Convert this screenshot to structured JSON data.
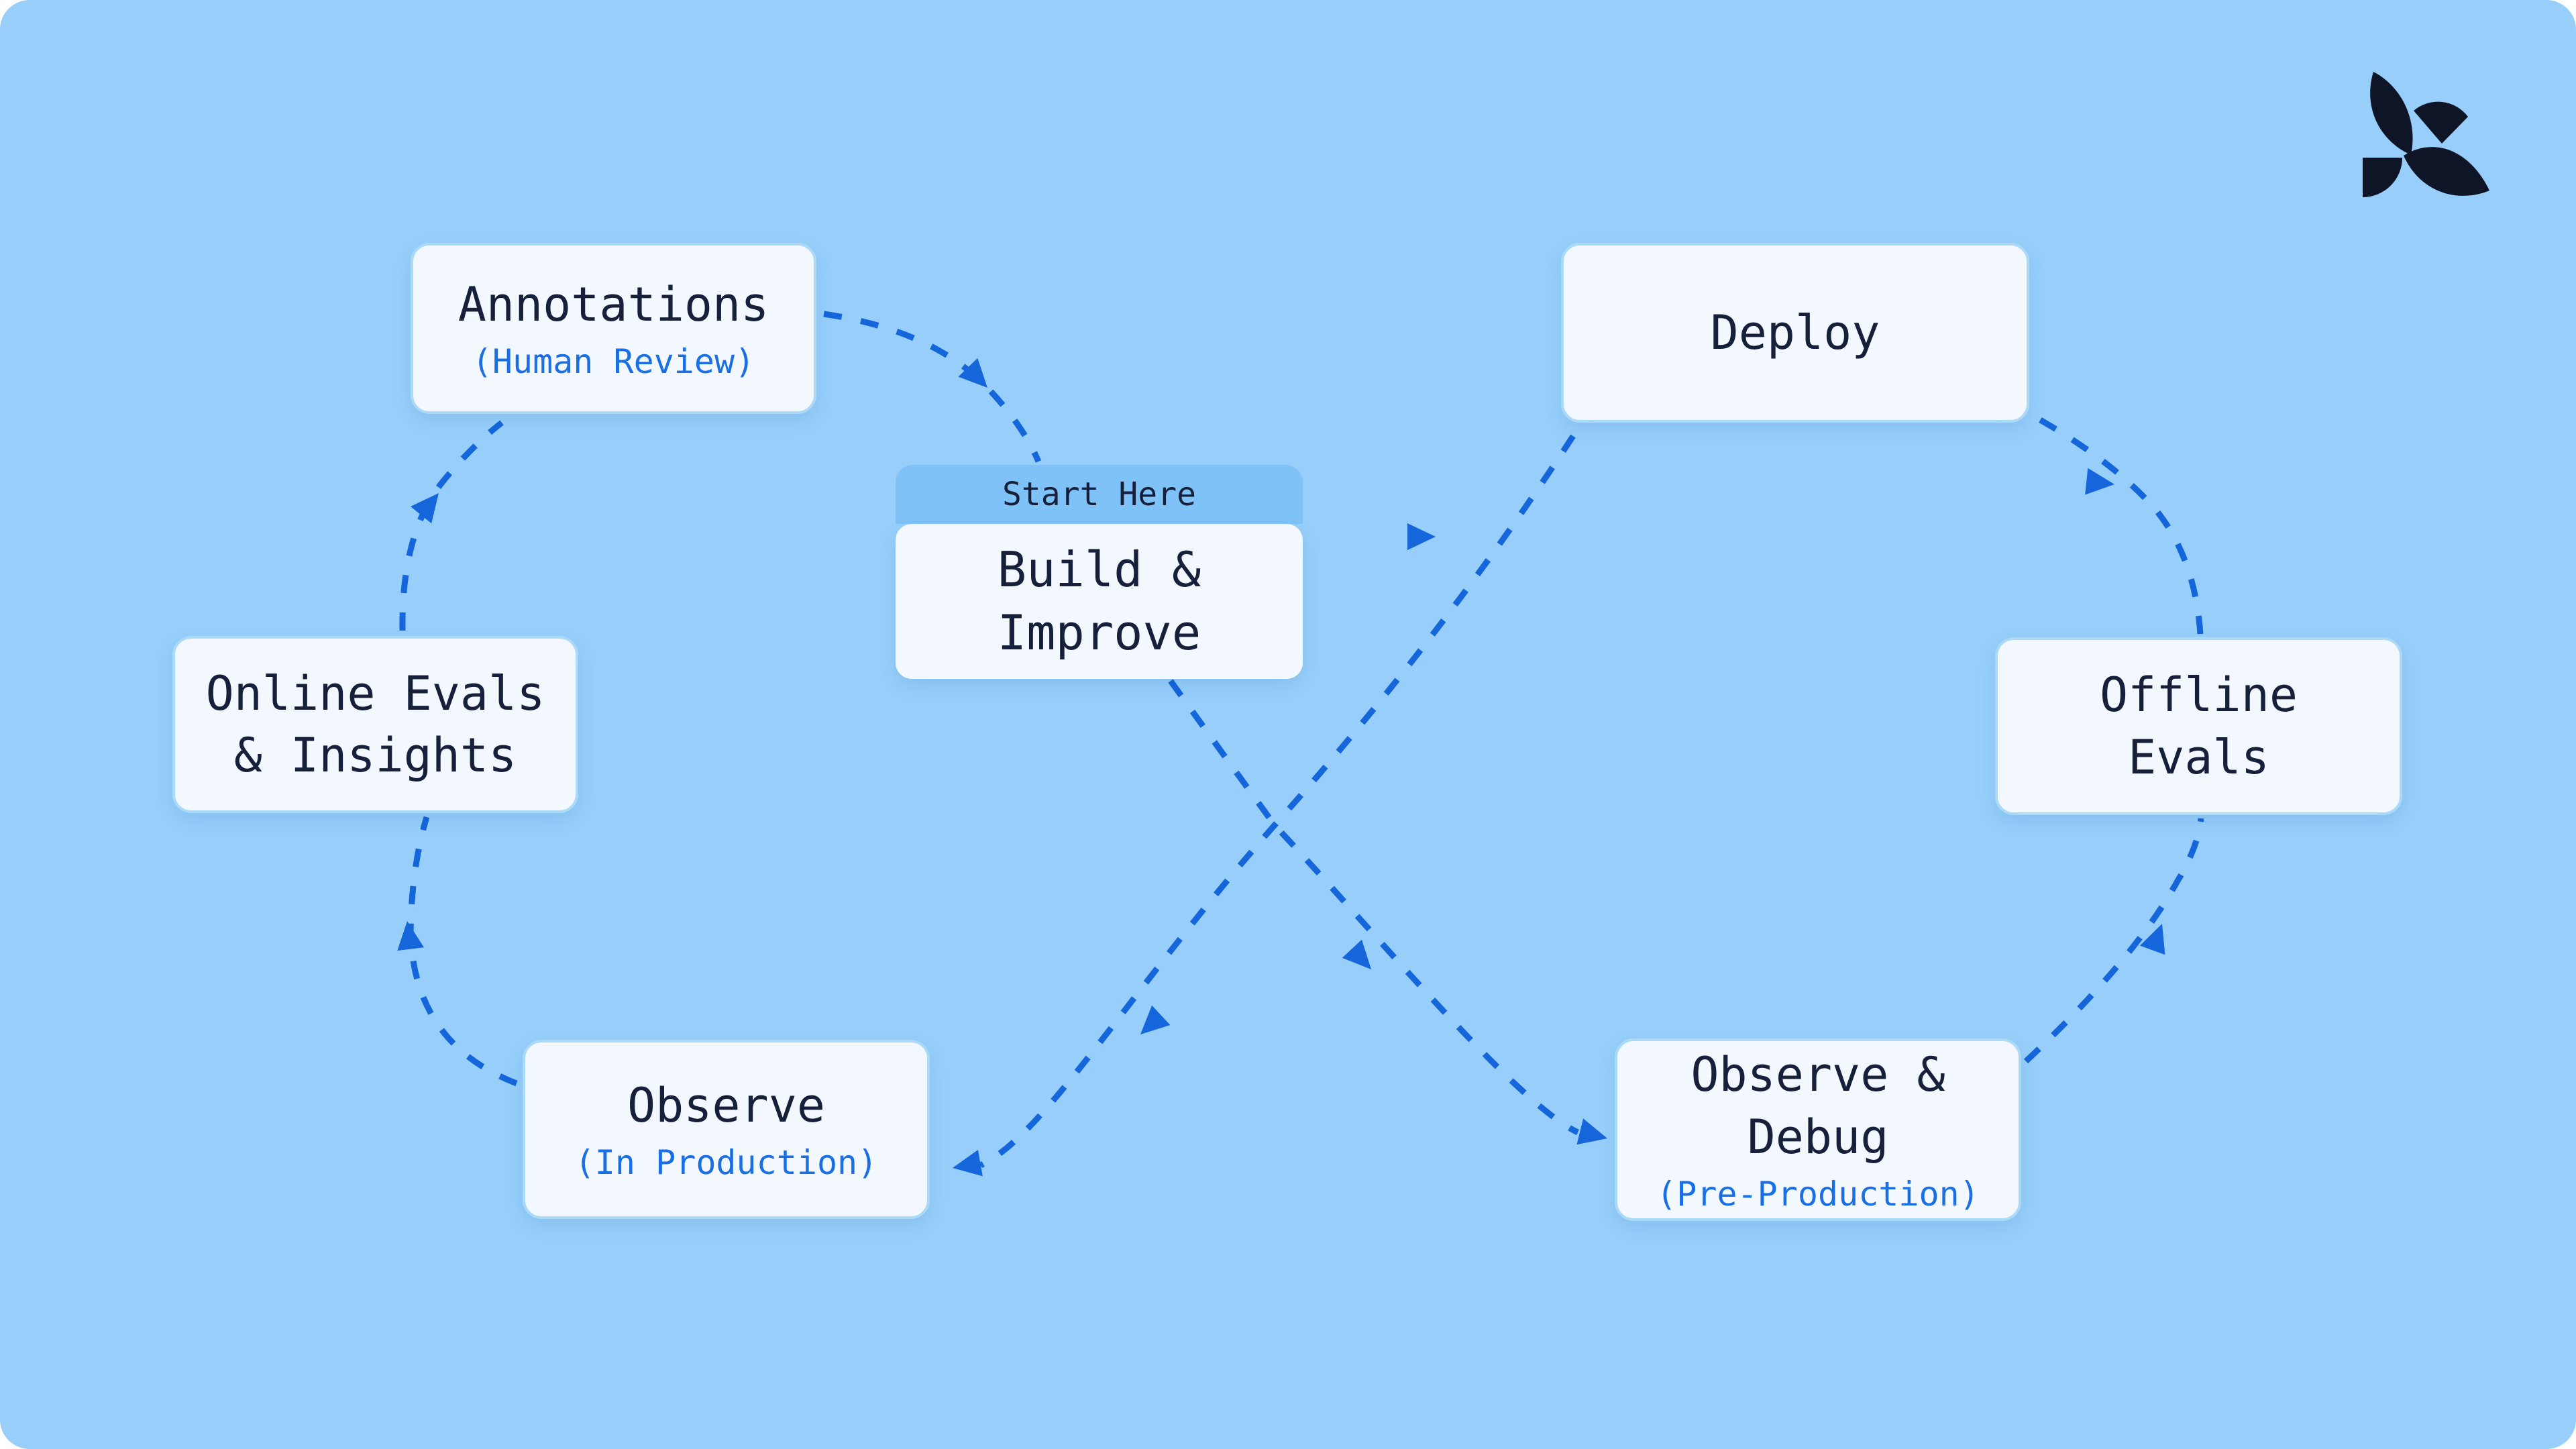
{
  "colors": {
    "background": "#97CFFA",
    "card_bg": "#F2F8FD",
    "card_border": "#ABD9F8",
    "title_text": "#16203A",
    "accent_text": "#1B6FE5",
    "arrow": "#1565DB",
    "start_header_bg": "#7EC2F7",
    "logo": "#0E1526"
  },
  "logo": {
    "icon": "four-petal-leaf-logo"
  },
  "nodes": {
    "annotations": {
      "title_lines": [
        "Annotations"
      ],
      "subtitle": "(Human Review)"
    },
    "online_evals": {
      "title_lines": [
        "Online Evals",
        "& Insights"
      ]
    },
    "observe_production": {
      "title_lines": [
        "Observe"
      ],
      "subtitle": "(In Production)"
    },
    "build_improve": {
      "tag": "Start Here",
      "title_lines": [
        "Build &",
        "Improve"
      ]
    },
    "deploy": {
      "title_lines": [
        "Deploy"
      ]
    },
    "offline_evals": {
      "title_lines": [
        "Offline",
        "Evals"
      ]
    },
    "observe_debug": {
      "title_lines": [
        "Observe &",
        "Debug"
      ],
      "subtitle": "(Pre-Production)"
    }
  },
  "flow": [
    {
      "from": "Build & Improve",
      "to": "Observe & Debug (Pre-Production)"
    },
    {
      "from": "Observe & Debug (Pre-Production)",
      "to": "Offline Evals"
    },
    {
      "from": "Offline Evals",
      "to": "Deploy"
    },
    {
      "from": "Deploy",
      "to": "Observe (In Production)"
    },
    {
      "from": "Observe (In Production)",
      "to": "Online Evals & Insights"
    },
    {
      "from": "Online Evals & Insights",
      "to": "Annotations (Human Review)"
    },
    {
      "from": "Annotations (Human Review)",
      "to": "Build & Improve"
    }
  ]
}
